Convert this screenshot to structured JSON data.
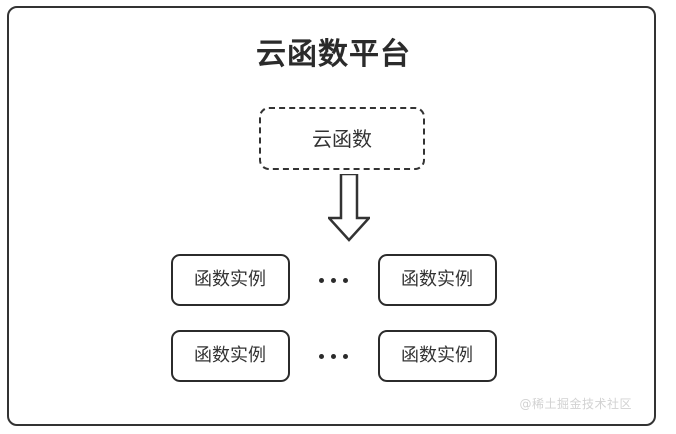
{
  "diagram": {
    "title": "云函数平台",
    "cloud_function": {
      "label": "云函数",
      "border_style": "dashed"
    },
    "flow_arrow": {
      "icon": "down-block-arrow-icon",
      "direction": "down"
    },
    "instance_rows": [
      {
        "left": {
          "label": "函数实例"
        },
        "ellipsis": "•••",
        "right": {
          "label": "函数实例"
        }
      },
      {
        "left": {
          "label": "函数实例"
        },
        "ellipsis": "•••",
        "right": {
          "label": "函数实例"
        }
      }
    ],
    "watermark": "@稀土掘金技术社区",
    "colors": {
      "stroke": "#2b2b2b",
      "dashed_stroke": "#333333",
      "title_text": "#2b2b2b",
      "body_text": "#333333",
      "watermark_text": "#d2d2d2",
      "background": "#ffffff"
    }
  }
}
